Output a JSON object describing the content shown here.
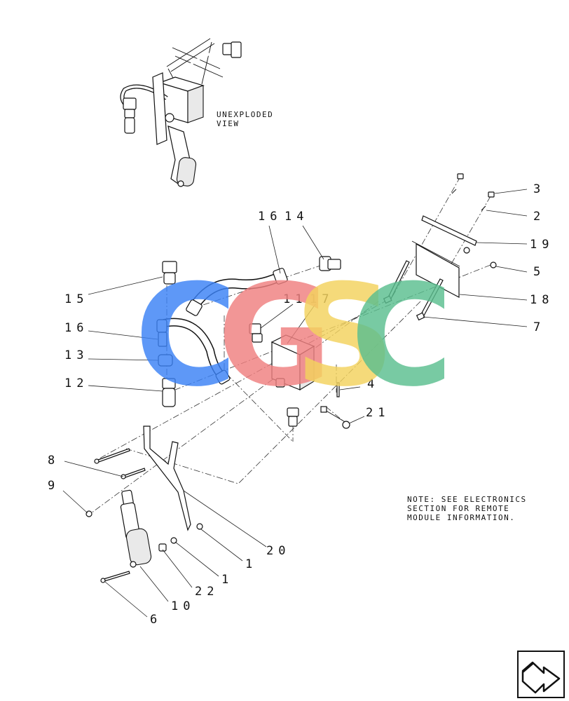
{
  "labels": {
    "unexploded_line1": "UNEXPLODED",
    "unexploded_line2": "VIEW",
    "note_line1": "NOTE: SEE ELECTRONICS",
    "note_line2": "SECTION FOR REMOTE",
    "note_line3": "MODULE INFORMATION."
  },
  "callouts": {
    "c3": "3",
    "c2": "2",
    "c19": "19",
    "c5": "5",
    "c18": "18",
    "c7": "7",
    "c16": "16",
    "c14": "14",
    "c15": "15",
    "c11": "11",
    "c17": "17",
    "c16b": "16",
    "c13": "13",
    "c12": "12",
    "c4": "4",
    "c21": "21",
    "c8": "8",
    "c9": "9",
    "c20": "20",
    "c1a": "1",
    "c1b": "1",
    "c22": "22",
    "c10": "10",
    "c6": "6"
  },
  "watermark": {
    "letters": [
      "C",
      "G",
      "S",
      "C"
    ],
    "colors": [
      "#3b82f6",
      "#f08080",
      "#f4d35e",
      "#5bbf8f"
    ]
  },
  "icons": {
    "corner": "next-page-arrow-icon"
  }
}
